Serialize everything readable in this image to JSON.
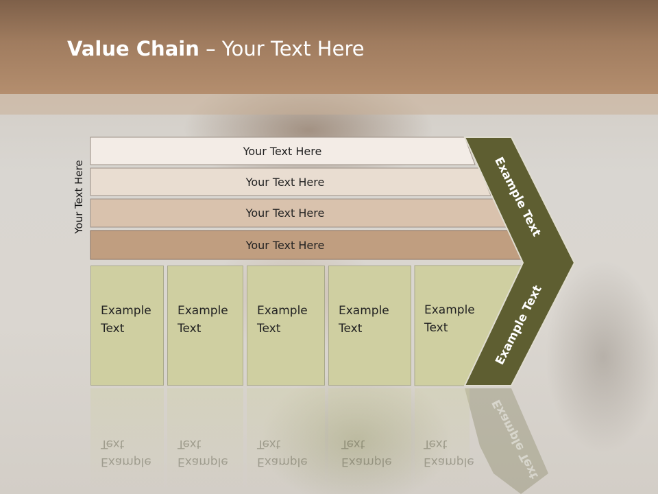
{
  "title": {
    "bold": "Value Chain",
    "rest": " – Your Text Here"
  },
  "side_label": "Your Text Here",
  "bars": [
    {
      "label": "Your Text Here",
      "color": "#f3ece6"
    },
    {
      "label": "Your Text Here",
      "color": "#e9ddd1"
    },
    {
      "label": "Your Text Here",
      "color": "#d9c2ad"
    },
    {
      "label": "Your Text Here",
      "color": "#c09e80"
    }
  ],
  "boxes": [
    {
      "line1": "Example",
      "line2": "Text"
    },
    {
      "line1": "Example",
      "line2": "Text"
    },
    {
      "line1": "Example",
      "line2": "Text"
    },
    {
      "line1": "Example",
      "line2": "Text"
    },
    {
      "line1": "Example",
      "line2": "Text"
    }
  ],
  "chevron": {
    "upper_label": "Example Text",
    "lower_label": "Example Text",
    "color": "#5e5e31"
  }
}
